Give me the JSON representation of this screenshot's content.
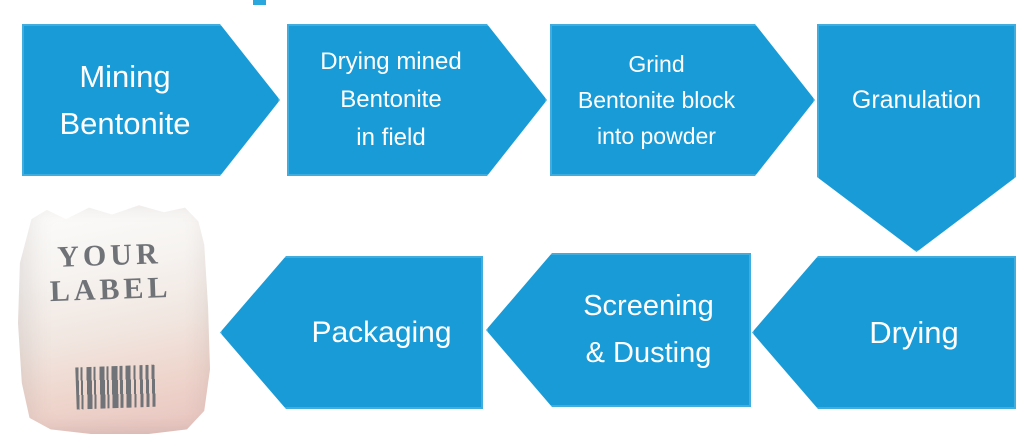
{
  "colors": {
    "accent_blue": "#189bd7",
    "shape_text": "#ffffff",
    "pouch_label_text": "#6f7277",
    "title_fragment_blue": "#2aa7dc"
  },
  "flow": {
    "steps": [
      {
        "name": "mining-bentonite",
        "shape": "chevron-right",
        "lines": [
          "Mining",
          "Bentonite"
        ]
      },
      {
        "name": "drying-in-field",
        "shape": "chevron-right",
        "lines": [
          "Drying mined",
          "Bentonite",
          "in field"
        ]
      },
      {
        "name": "grind-into-powder",
        "shape": "chevron-right",
        "lines": [
          "Grind",
          "Bentonite block",
          "into powder"
        ]
      },
      {
        "name": "granulation",
        "shape": "pentagon-down",
        "lines": [
          "Granulation"
        ]
      },
      {
        "name": "drying",
        "shape": "chevron-left",
        "lines": [
          "Drying"
        ]
      },
      {
        "name": "screening-dusting",
        "shape": "chevron-left",
        "lines": [
          "Screening",
          "& Dusting"
        ]
      },
      {
        "name": "packaging",
        "shape": "chevron-left",
        "lines": [
          "Packaging"
        ]
      }
    ]
  },
  "package_image": {
    "label_lines": [
      "YOUR",
      "LABEL"
    ],
    "barcode_icon": "barcode"
  }
}
